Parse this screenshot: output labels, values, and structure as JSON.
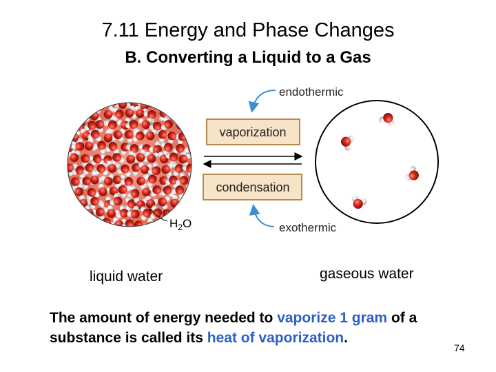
{
  "slide": {
    "title": "7.11 Energy and Phase Changes",
    "subtitle": "B. Converting a Liquid to a Gas",
    "page_number": "74"
  },
  "figure": {
    "endothermic_label": "endothermic",
    "vaporization_label": "vaporization",
    "condensation_label": "condensation",
    "exothermic_label": "exothermic",
    "h2o_label_main": "H",
    "h2o_label_sub": "2",
    "h2o_label_end": "O",
    "colors": {
      "oxygen": "#d3241a",
      "hydrogen": "#e6e6e6",
      "box_fill": "#f7e3c6",
      "box_border": "#b58a4f",
      "arrow": "#3f8fd0"
    },
    "icons": [
      "curved-arrow-down",
      "curved-arrow-up",
      "double-arrow"
    ]
  },
  "captions": {
    "liquid": "liquid water",
    "gas": "gaseous water"
  },
  "body": {
    "part1": "The amount of energy needed to ",
    "highlight1": "vaporize 1 gram",
    "part2": " of a substance is called its ",
    "highlight2": "heat of vaporization",
    "part3": "."
  }
}
